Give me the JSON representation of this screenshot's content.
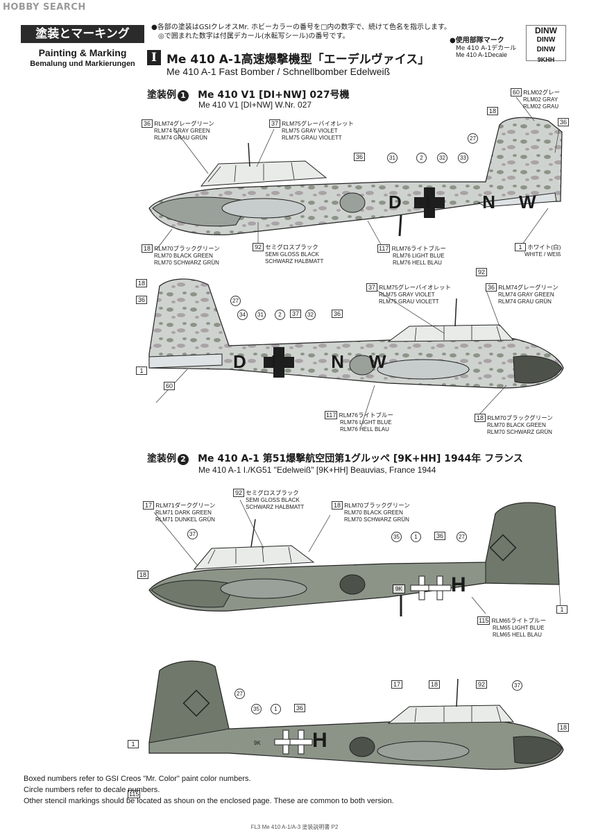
{
  "watermark": "HOBBY SEARCH",
  "header": {
    "tag": "塗装とマーキング",
    "sub_en": "Painting & Marking",
    "sub_de": "Bemalung und Markierungen",
    "note_lines": [
      "●各部の塗装はGSIクレオスMr. ホビーカラーの番号を□内の数字で、続けて色名を指示します。",
      "◎で囲まれた数字は付属デカール(水転写シール)の番号です。"
    ],
    "unit_mark_title": "●使用部隊マーク",
    "unit_mark_lines": [
      "Me 410 A-1デカール",
      "Me 410 A-1Decale"
    ],
    "decal_preview": [
      "DINW",
      "DINW",
      "DINW",
      "9KHH"
    ]
  },
  "section": {
    "roman": "I",
    "title_ja": "Me 410 A-1高速爆撃機型「エーデルヴァイス」",
    "title_en": "Me 410 A-1 Fast Bomber / Schnellbomber Edelweiß"
  },
  "schemes": [
    {
      "label_ja": "塗装例",
      "num": "1",
      "title_ja": "Me 410 V1 [DI+NW] 027号機",
      "title_en": "Me 410 V1 [DI+NW] W.Nr. 027",
      "aircraft_code": "DI NW"
    },
    {
      "label_ja": "塗装例",
      "num": "2",
      "title_ja": "Me 410 A-1 第51爆撃航空団第1グルッペ [9K+HH] 1944年 フランス",
      "title_en": "Me 410 A-1  I./KG51 \"Edelweiß\" [9K+HH] Beauvias, France 1944",
      "aircraft_code": "H",
      "small_code": "9K"
    }
  ],
  "legends": {
    "c60": {
      "num": "60",
      "lines": [
        "RLM02グレー",
        "RLM02 GRAY",
        "RLM02 GRAU"
      ]
    },
    "c36": {
      "num": "36",
      "lines": [
        "RLM74グレーグリーン",
        "RLM74 GRAY GREEN",
        "RLM74 GRAU GRÜN"
      ]
    },
    "c37": {
      "num": "37",
      "lines": [
        "RLM75グレーバイオレット",
        "RLM75 GRAY VIOLET",
        "RLM75 GRAU VIOLETT"
      ]
    },
    "c18": {
      "num": "18",
      "lines": [
        "RLM70ブラックグリーン",
        "RLM70 BLACK GREEN",
        "RLM70 SCHWARZ GRÜN"
      ]
    },
    "c92": {
      "num": "92",
      "lines": [
        "セミグロスブラック",
        "SEMI GLOSS BLACK",
        "SCHWARZ HALBMATT"
      ]
    },
    "c117": {
      "num": "117",
      "lines": [
        "RLM76ライトブルー",
        "RLM76 LIGHT BLUE",
        "RLM76 HELL BLAU"
      ]
    },
    "c1": {
      "num": "1",
      "lines": [
        "ホワイト(白)",
        "WHITE / WEIß"
      ]
    },
    "c17": {
      "num": "17",
      "lines": [
        "RLM71ダークグリーン",
        "RLM71 DARK GREEN",
        "RLM71 DUNKEL GRÜN"
      ]
    },
    "c115": {
      "num": "115",
      "lines": [
        "RLM65ライトブルー",
        "RLM65 LIGHT BLUE",
        "RLM65 HELL BLAU"
      ]
    }
  },
  "callouts": {
    "a1": [
      "18",
      "27",
      "36",
      "31",
      "2",
      "32",
      "33",
      "36"
    ],
    "a2": [
      "18",
      "36",
      "27",
      "34",
      "31",
      "2",
      "37",
      "32",
      "36",
      "92"
    ],
    "b1": [
      "37",
      "35",
      "1",
      "36",
      "27",
      "18"
    ],
    "b2": [
      "27",
      "35",
      "1",
      "36",
      "17",
      "18",
      "92",
      "37",
      "18",
      "1"
    ]
  },
  "footer": {
    "lines": [
      "Boxed numbers refer to GSI Creos \"Mr. Color\" paint color numbers.",
      "Circle numbers refer to decale numbers.",
      "Other stencil markings should be located as shoun on the enclosed page. These are common to both version."
    ],
    "page": "FL3 Me 410 A-1/A-3 塗装説明書 P2"
  },
  "colors": {
    "rlm74": "#8c9488",
    "rlm75": "#a9a3a8",
    "rlm76": "#dde2e4",
    "rlm70": "#4c514a",
    "rlm71": "#6f786a",
    "black": "#1e1e1e"
  }
}
